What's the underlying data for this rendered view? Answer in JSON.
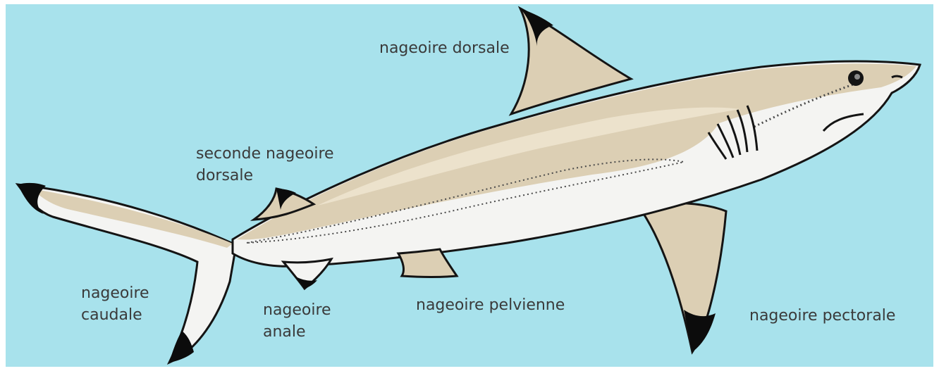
{
  "colors": {
    "background": "#a8e2ec",
    "body_top": "#dccfb4",
    "body_belly": "#f4f4f2",
    "outline": "#141414",
    "fin_tip": "#0c0c0c",
    "label_text": "#3a3a3a"
  },
  "labels": {
    "dorsal": [
      "nageoire dorsale"
    ],
    "second_dorsal": [
      "seconde nageoire",
      "dorsale"
    ],
    "caudal": [
      "nageoire",
      "caudale"
    ],
    "anal": [
      "nageoire",
      "anale"
    ],
    "pelvic": [
      "nageoire pelvienne"
    ],
    "pectoral": [
      "nageoire pectorale"
    ]
  }
}
